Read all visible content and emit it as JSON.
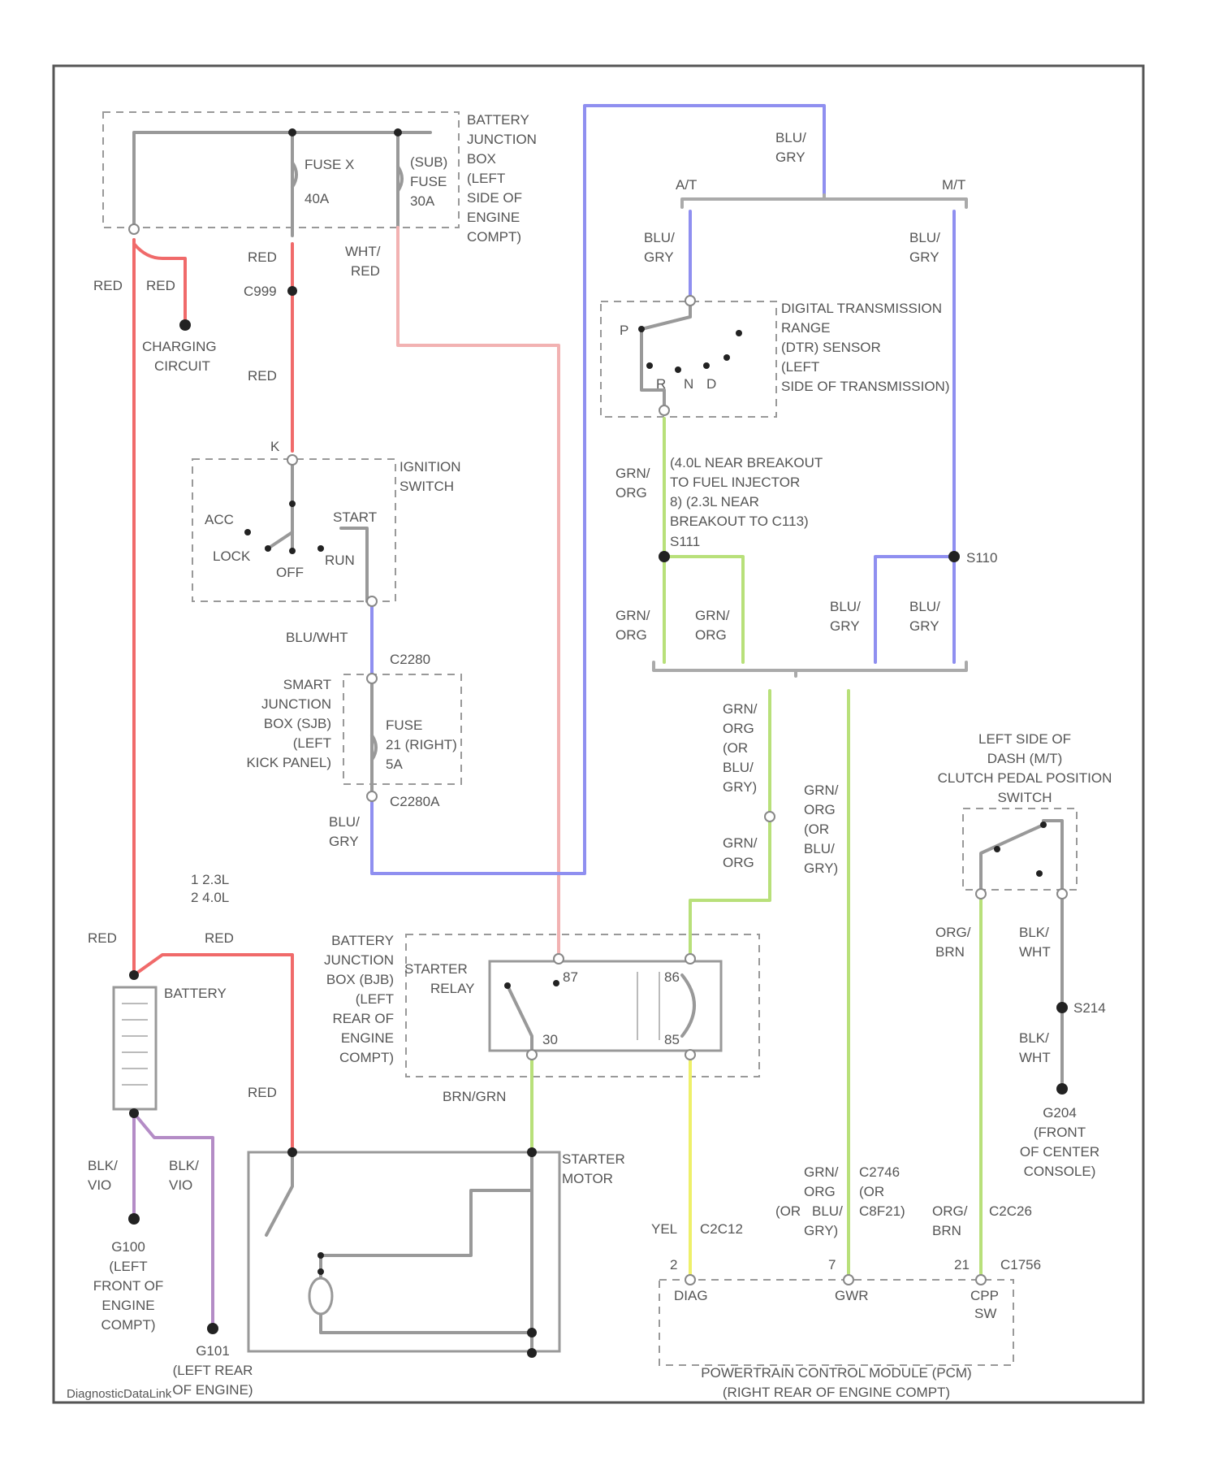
{
  "colors": {
    "red": "#f06a6a",
    "pink": "#f2b2b2",
    "blue": "#8f8ff0",
    "green": "#b8e07a",
    "yellow": "#eef06a",
    "purple": "#b48cc6",
    "gray": "#999999"
  },
  "bjb": [
    "BATTERY",
    "JUNCTION",
    "BOX",
    "(LEFT",
    "SIDE OF",
    "ENGINE",
    "COMPT)"
  ],
  "fuse_x": [
    "FUSE X",
    "40A"
  ],
  "sub_fuse": [
    "(SUB)",
    "FUSE",
    "30A"
  ],
  "labels": {
    "red": "RED",
    "c999": "C999",
    "wht_red": [
      "WHT/",
      "RED"
    ],
    "charging": [
      "CHARGING",
      "CIRCUIT"
    ],
    "ignition": [
      "IGNITION",
      "SWITCH"
    ],
    "acc": "ACC",
    "start": "START",
    "lock": "LOCK",
    "off": "OFF",
    "run": "RUN",
    "k": "K",
    "blu_wht": "BLU/WHT",
    "sjb": [
      "SMART",
      "JUNCTION",
      "BOX (SJB)",
      "(LEFT",
      "KICK PANEL)"
    ],
    "c2280": "C2280",
    "c2280a": "C2280A",
    "sjb_fuse": [
      "FUSE",
      "21 (RIGHT)",
      "5A"
    ],
    "blu_gry": [
      "BLU/",
      "GRY"
    ],
    "at": "A/T",
    "mt": "M/T",
    "dtr": [
      "DIGITAL TRANSMISSION",
      "RANGE",
      "(DTR) SENSOR",
      "(LEFT",
      "SIDE OF TRANSMISSION)"
    ],
    "dtr_pins": [
      "P",
      "R",
      "N",
      "D"
    ],
    "grn_org": [
      "GRN/",
      "ORG"
    ],
    "splice_note": [
      "(4.0L NEAR BREAKOUT",
      "TO FUEL INJECTOR",
      "8) (2.3L NEAR",
      "BREAKOUT TO C113)"
    ],
    "s111": "S111",
    "s110": "S110",
    "legend": [
      "1  2.3L",
      "2  4.0L"
    ],
    "grn_org_or_blu_gry": [
      "GRN/",
      "ORG",
      "(OR",
      "BLU/",
      "GRY)"
    ],
    "cpp": [
      "LEFT SIDE OF",
      "DASH (M/T)",
      "CLUTCH PEDAL POSITION",
      "SWITCH"
    ],
    "org_brn": [
      "ORG/",
      "BRN"
    ],
    "blk_wht": [
      "BLK/",
      "WHT"
    ],
    "s214": "S214",
    "g204": [
      "G204",
      "(FRONT",
      "OF CENTER",
      "CONSOLE)"
    ],
    "battery": "BATTERY",
    "bjb_sub": [
      "BATTERY",
      "JUNCTION",
      "BOX (BJB)",
      "(LEFT",
      "REAR OF",
      "ENGINE",
      "COMPT)"
    ],
    "starter_relay": [
      "STARTER",
      "RELAY"
    ],
    "relay_pins": [
      "87",
      "30",
      "86",
      "85"
    ],
    "brn_grn": "BRN/GRN",
    "starter_motor": [
      "STARTER",
      "MOTOR"
    ],
    "blk_vio": [
      "BLK/",
      "VIO"
    ],
    "g100": [
      "G100",
      "(LEFT",
      "FRONT OF",
      "ENGINE",
      "COMPT)"
    ],
    "g101": [
      "G101",
      "(LEFT REAR",
      "OF ENGINE)"
    ],
    "yel": "YEL",
    "c2c12": "C2C12",
    "pcm_cells": [
      "DIAG",
      "GWR",
      "CPP",
      "SW"
    ],
    "c2746": [
      "C2746",
      "(OR",
      "C8F21)"
    ],
    "c2c26": "C2C26",
    "c1756": "C1756",
    "pcm": [
      "POWERTRAIN CONTROL MODULE (PCM)",
      "(RIGHT REAR OF ENGINE COMPT)"
    ],
    "diagnostic": "DiagnosticDataLink"
  }
}
